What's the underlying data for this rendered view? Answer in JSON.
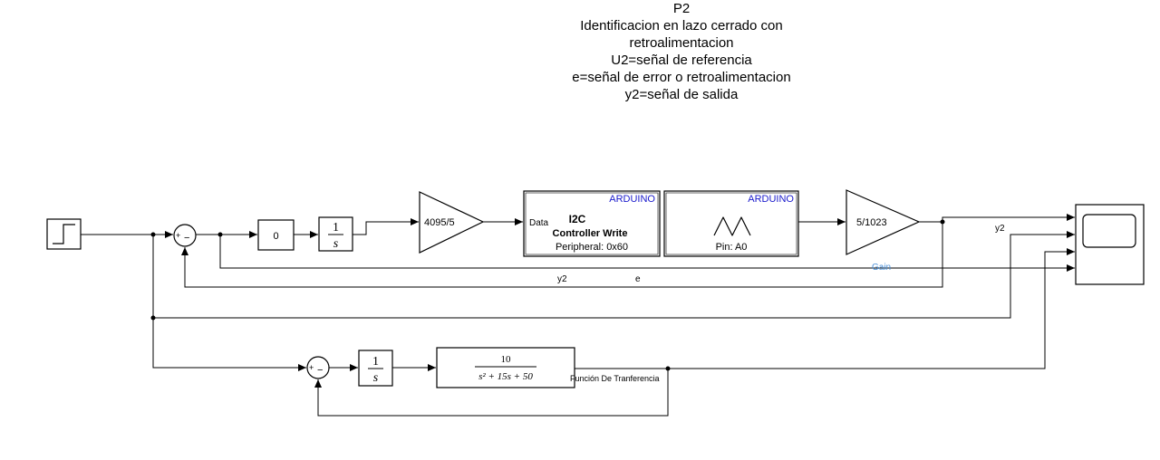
{
  "annotation": {
    "lines": [
      "P2",
      "Identificacion en lazo cerrado con",
      "retroalimentacion",
      "U2=señal de referencia",
      "e=señal de error o retroalimentacion",
      "y2=señal de salida"
    ]
  },
  "blocks": {
    "constant_zero": "0",
    "integrator_num": "1",
    "integrator_den": "s",
    "gain_dac": "4095/5",
    "i2c": {
      "tag": "ARDUINO",
      "port": "Data",
      "title": "I2C",
      "subtitle": "Controller Write",
      "peripheral": "Peripheral: 0x60"
    },
    "analog_in": {
      "tag": "ARDUINO",
      "pin": "Pin: A0"
    },
    "gain_adc": "5/1023",
    "tf": {
      "numerator": "10",
      "denominator": "s² + 15s + 50",
      "label": "Función De Tranferencia"
    },
    "sum_sign_plus": "+",
    "sum_sign_minus": "−",
    "integrator2_num": "1",
    "integrator2_den": "s"
  },
  "signals": {
    "y2_top": "y2",
    "y2_feedback": "y2",
    "e": "e",
    "gain_label": "Gain"
  },
  "colors": {
    "arduino_tag": "#1a1acc",
    "gain_label": "#4a90d9",
    "line": "#000000"
  }
}
